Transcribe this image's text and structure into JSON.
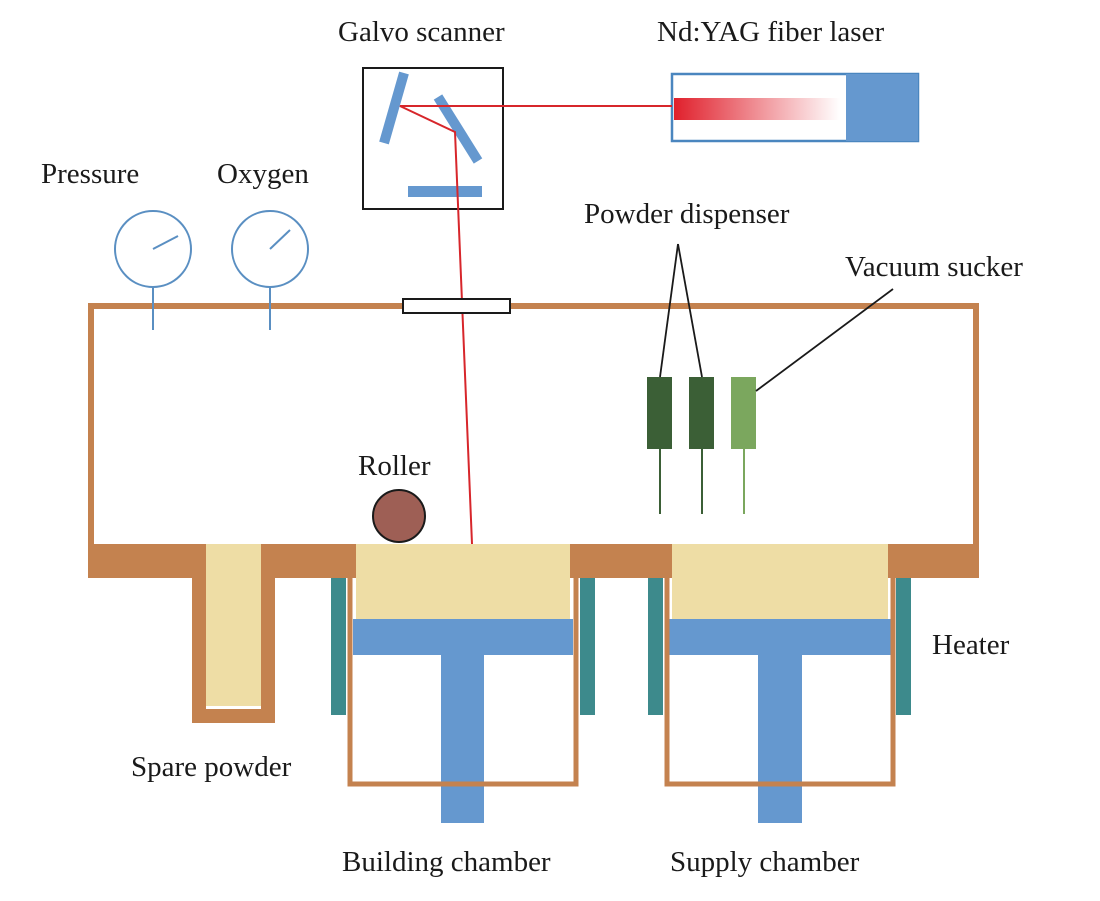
{
  "labels": {
    "galvo": "Galvo scanner",
    "laser": "Nd:YAG fiber laser",
    "pressure": "Pressure",
    "oxygen": "Oxygen",
    "powder_dispenser": "Powder dispenser",
    "vacuum_sucker": "Vacuum sucker",
    "roller": "Roller",
    "heater": "Heater",
    "spare_powder": "Spare powder",
    "building_chamber": "Building chamber",
    "supply_chamber": "Supply chamber"
  },
  "colors": {
    "chamber_wall": "#c4824f",
    "powder": "#eedda5",
    "piston": "#6598cf",
    "heater": "#3d8a8c",
    "laser_beam": "#d7262b",
    "gauge": "#5a8fc2",
    "dispenser": "#3b5f36",
    "vacuum_sucker": "#7ba75e",
    "roller": "#9e5f55",
    "outline": "#1a1a1a"
  }
}
